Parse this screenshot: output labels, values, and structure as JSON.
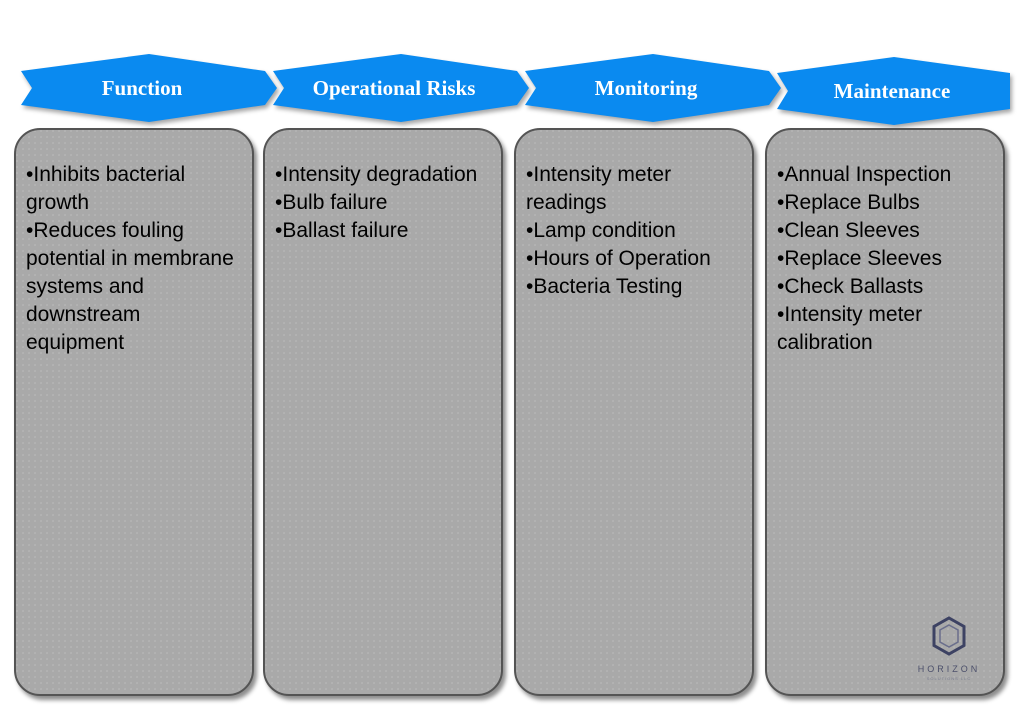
{
  "columns": [
    {
      "title": "Function",
      "items": [
        "Inhibits bacterial growth",
        "Reduces fouling potential in membrane systems and downstream equipment"
      ]
    },
    {
      "title": "Operational Risks",
      "items": [
        "Intensity degradation",
        "Bulb failure",
        "Ballast failure"
      ]
    },
    {
      "title": "Monitoring",
      "items": [
        "Intensity meter readings",
        "Lamp condition",
        "Hours of Operation",
        "Bacteria Testing"
      ]
    },
    {
      "title": "Maintenance",
      "items": [
        "Annual Inspection",
        "Replace Bulbs",
        "Clean Sleeves",
        "Replace Sleeves",
        "Check Ballasts",
        "Intensity meter calibration"
      ]
    }
  ],
  "logo": {
    "name": "HORIZON",
    "tagline": "SOLUTIONS LLC"
  },
  "colors": {
    "header": "#0a8af0",
    "card": "#a9a9a9",
    "card_border": "#545454"
  }
}
